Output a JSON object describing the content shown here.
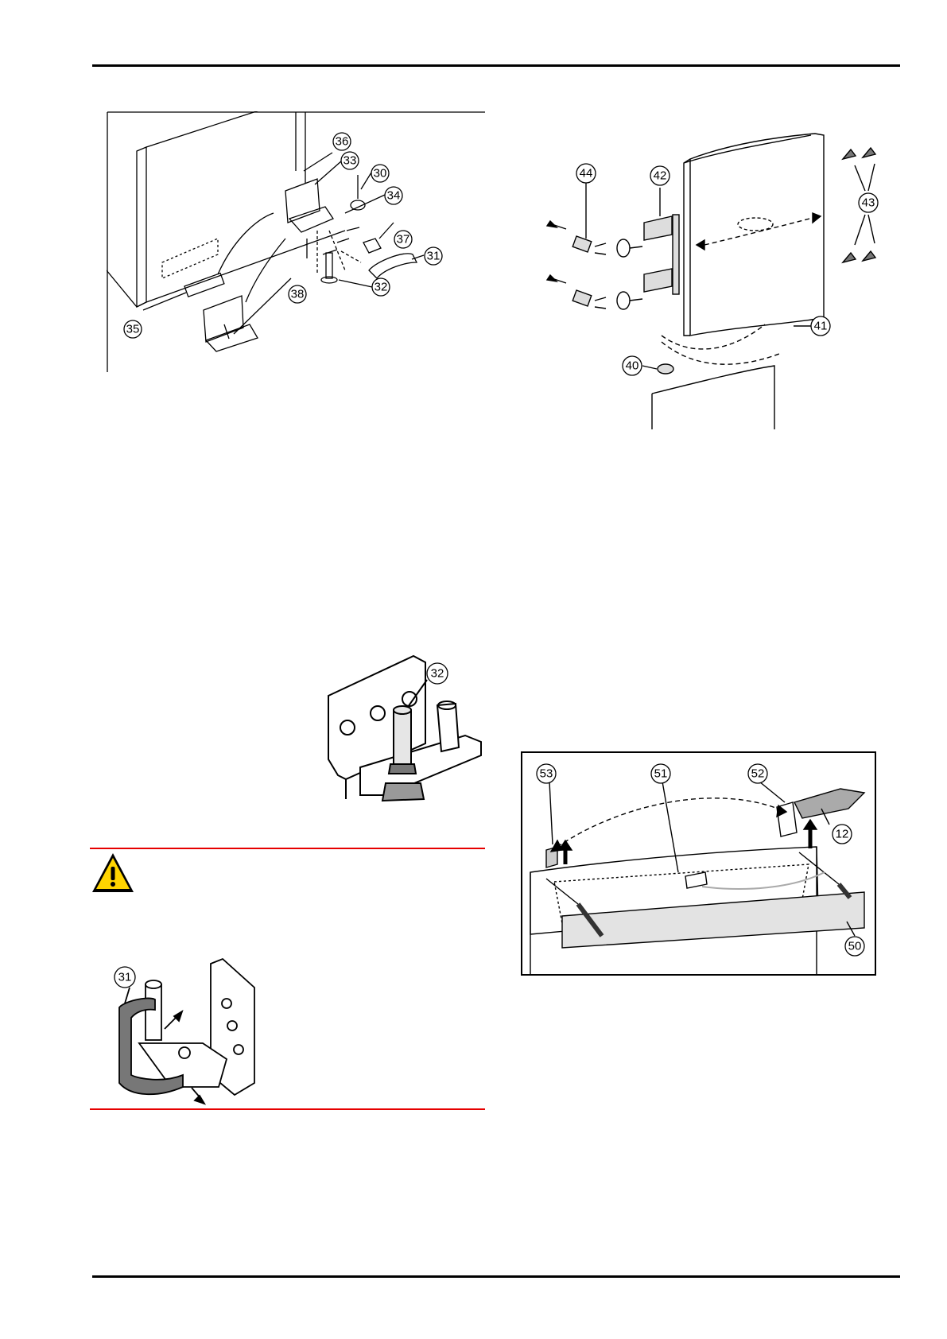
{
  "figures": {
    "bottom_hinge": {
      "callouts": [
        "36",
        "33",
        "30",
        "34",
        "37",
        "31",
        "32",
        "38",
        "35"
      ]
    },
    "door_handle": {
      "callouts": [
        "44",
        "42",
        "43",
        "41",
        "40"
      ]
    },
    "hinge_detail": {
      "callouts": [
        "32"
      ]
    },
    "hinge_cover": {
      "callouts": [
        "31"
      ]
    },
    "top_cover": {
      "callouts": [
        "53",
        "51",
        "52",
        "12",
        "50"
      ]
    }
  },
  "warning": {
    "icon": "warning-triangle-icon",
    "color": "#e60000"
  }
}
